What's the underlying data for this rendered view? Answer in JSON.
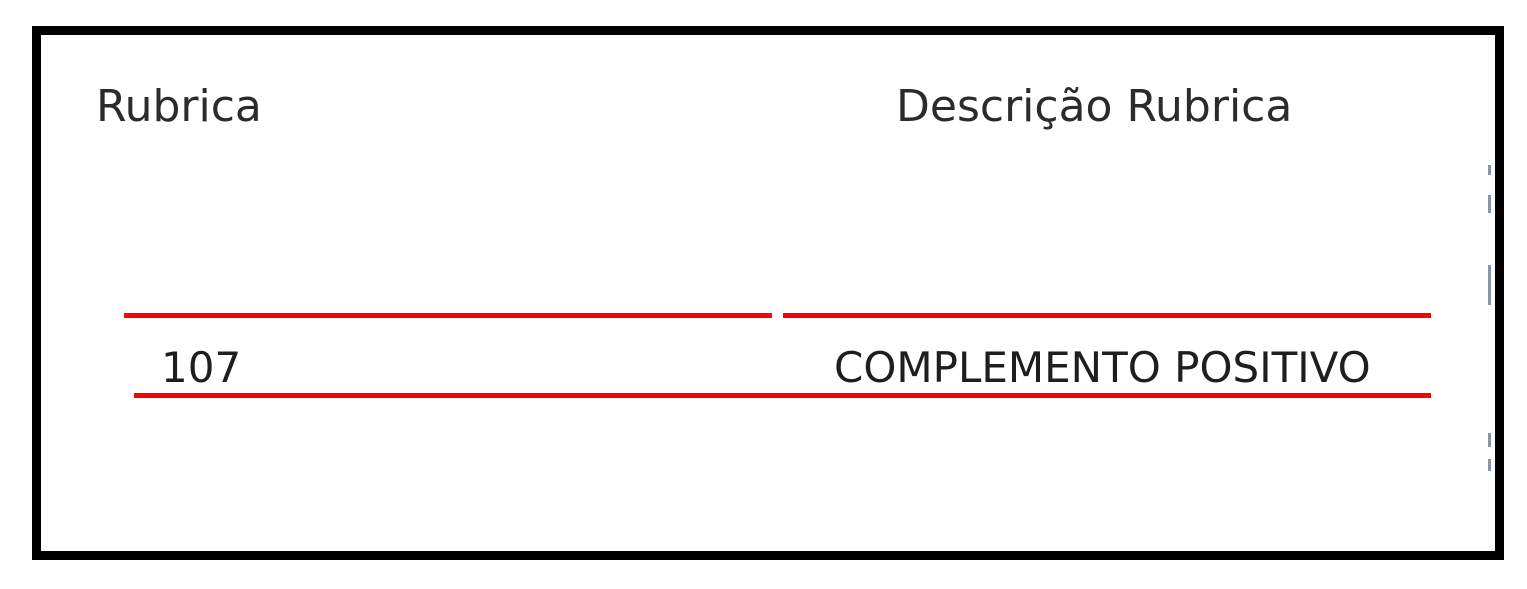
{
  "table": {
    "header": {
      "rubrica": "Rubrica",
      "descricao": "Descrição Rubrica"
    },
    "row": {
      "rubrica": "107",
      "descricao": "COMPLEMENTO POSITIVO"
    }
  },
  "colors": {
    "border": "#000000",
    "highlight_rule": "#ff0000",
    "text": "#2b2b2b"
  }
}
